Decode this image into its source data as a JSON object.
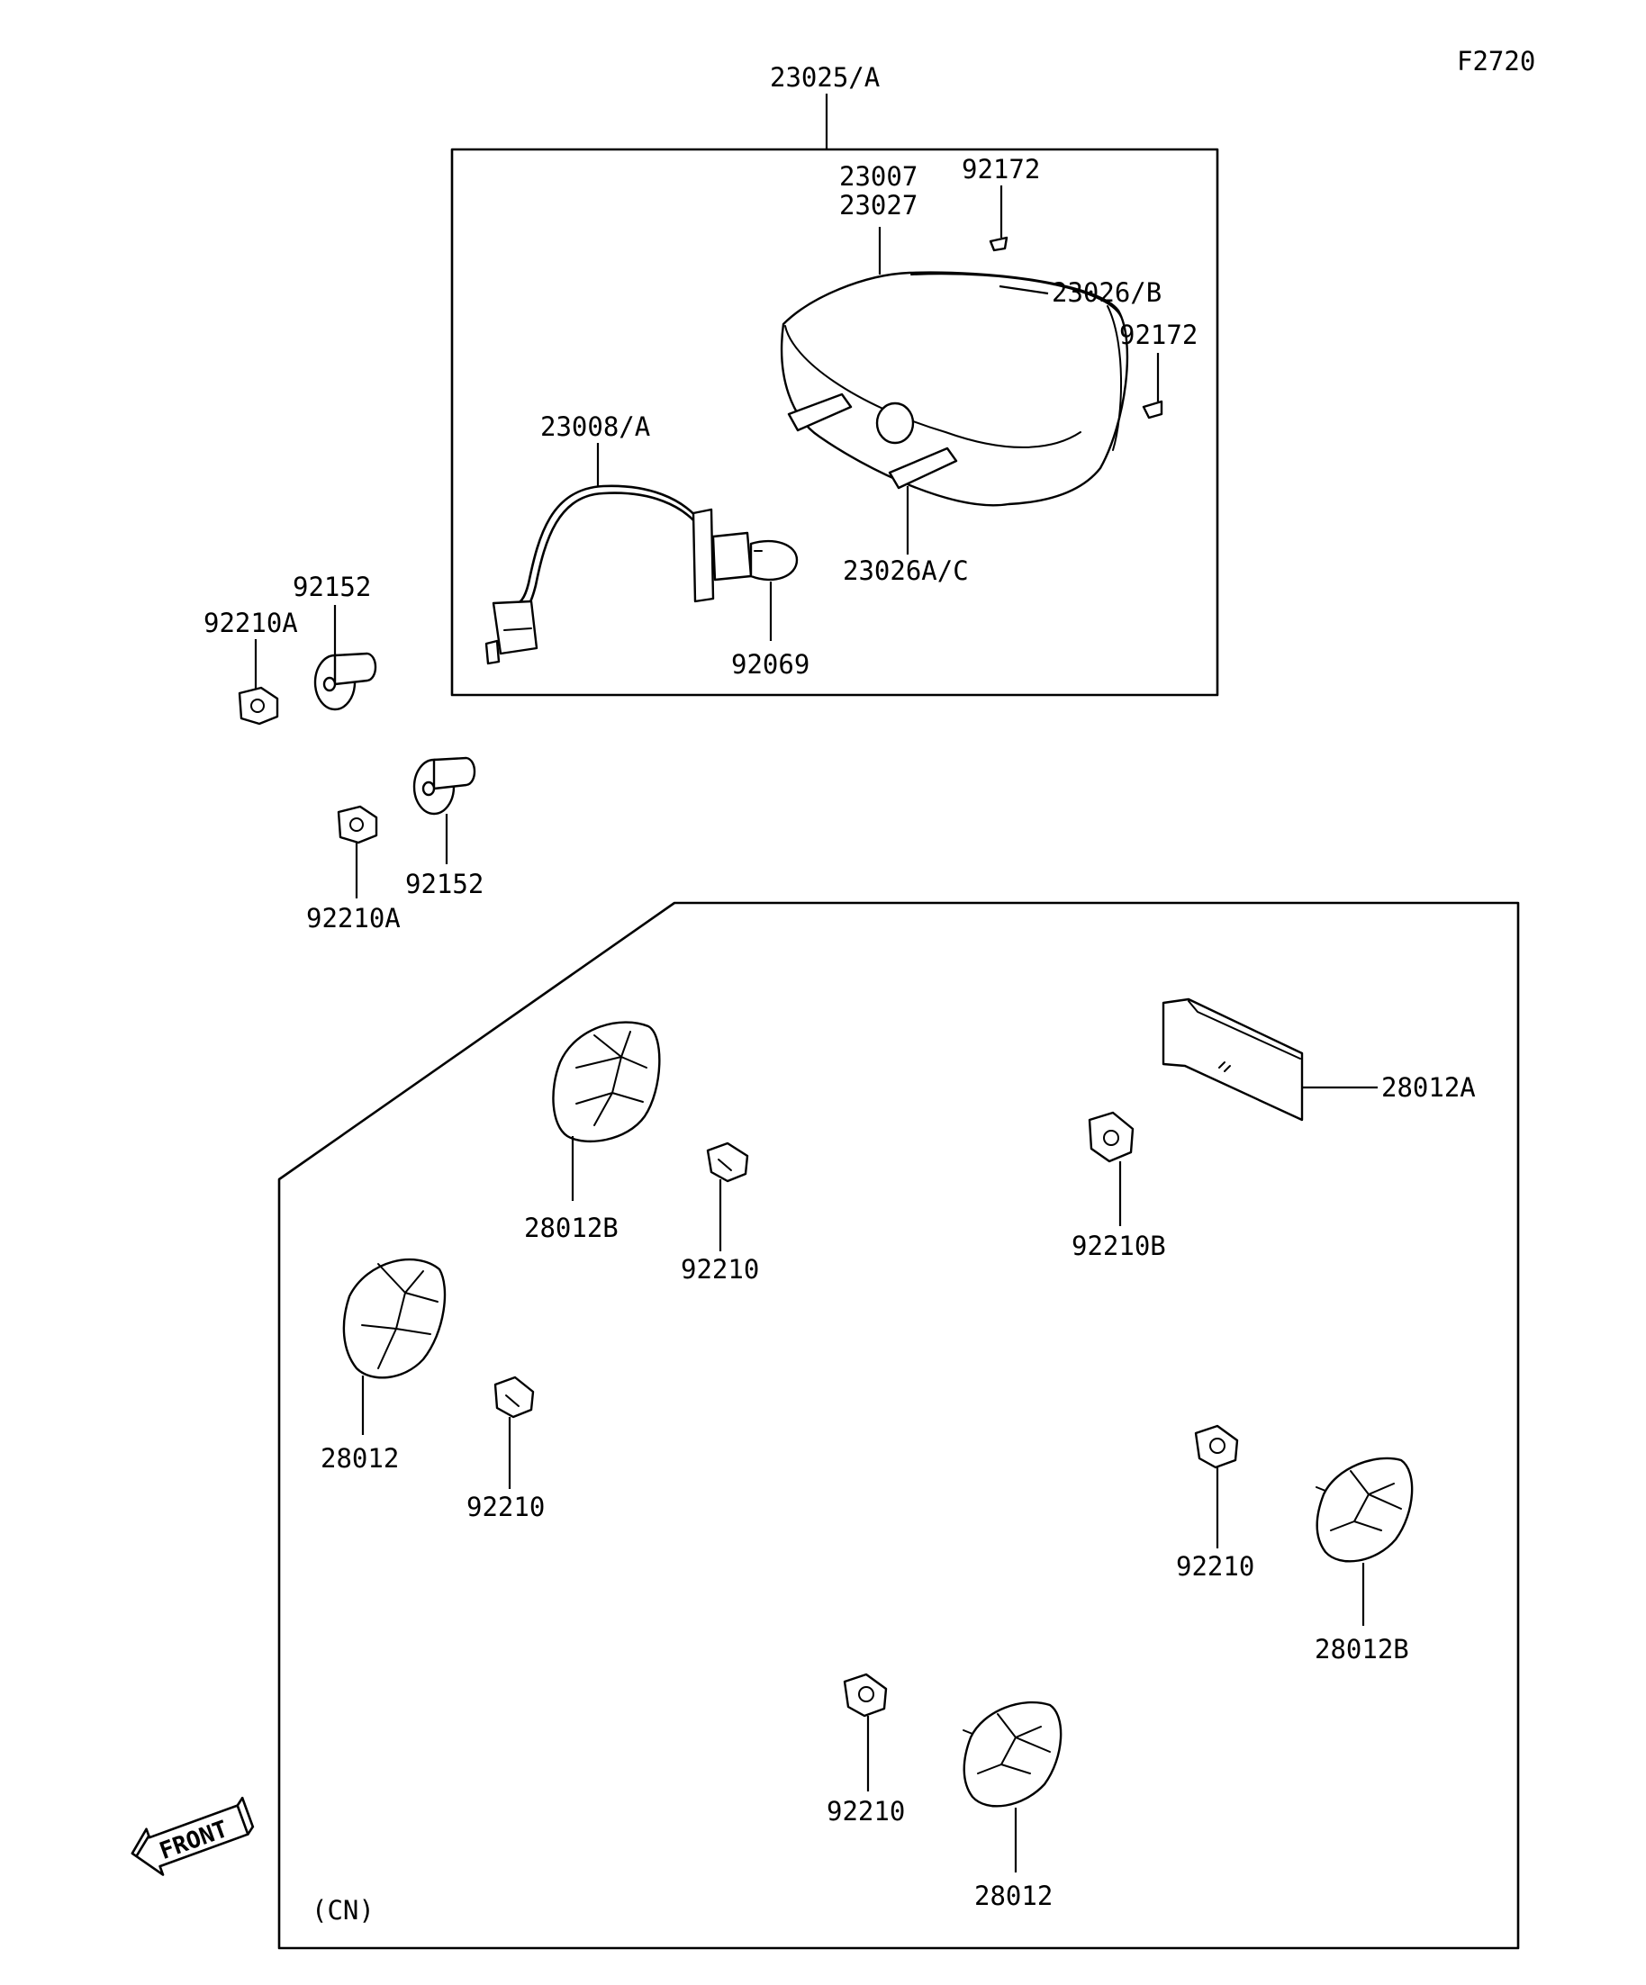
{
  "figure_code": "F2720",
  "region_note": "(CN)",
  "front_label": "FRONT",
  "labels": {
    "p23025a": "23025/A",
    "p23007": "23007",
    "p23027": "23027",
    "p92172_a": "92172",
    "p23026b": "23026/B",
    "p92172_b": "92172",
    "p23008a": "23008/A",
    "p23026ac": "23026A/C",
    "p92069": "92069",
    "p92152_a": "92152",
    "p92210a_a": "92210A",
    "p92152_b": "92152",
    "p92210a_b": "92210A",
    "p28012a": "28012A",
    "p28012b_a": "28012B",
    "p92210_a": "92210",
    "p92210b": "92210B",
    "p28012_a": "28012",
    "p92210_b": "92210",
    "p92210_c": "92210",
    "p28012b_b": "28012B",
    "p92210_d": "92210",
    "p28012_b": "28012"
  }
}
